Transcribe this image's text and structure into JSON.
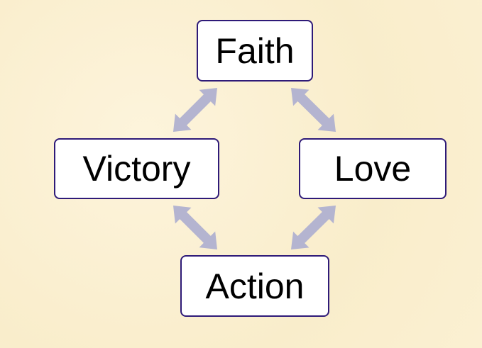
{
  "nodes": {
    "faith": "Faith",
    "victory": "Victory",
    "love": "Love",
    "action": "Action"
  },
  "edges": [
    {
      "from": "Victory",
      "to": "Faith",
      "bidirectional": true
    },
    {
      "from": "Faith",
      "to": "Love",
      "bidirectional": true
    },
    {
      "from": "Victory",
      "to": "Action",
      "bidirectional": true
    },
    {
      "from": "Love",
      "to": "Action",
      "bidirectional": true
    }
  ],
  "colors": {
    "background": "#fbf0d2",
    "arrow": "#b4b4d0",
    "border": "#2e1a78"
  }
}
